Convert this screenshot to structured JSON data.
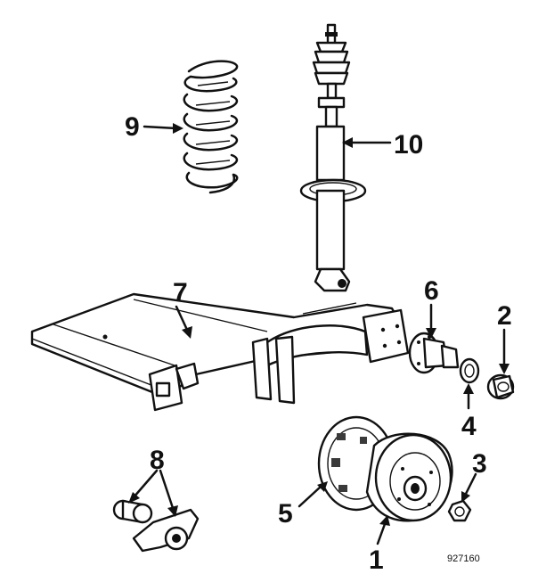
{
  "diagram": {
    "callouts": {
      "c1": "1",
      "c2": "2",
      "c3": "3",
      "c4": "4",
      "c5": "5",
      "c6": "6",
      "c7": "7",
      "c8": "8",
      "c9": "9",
      "c10": "10"
    },
    "drawing_code": "927160"
  }
}
